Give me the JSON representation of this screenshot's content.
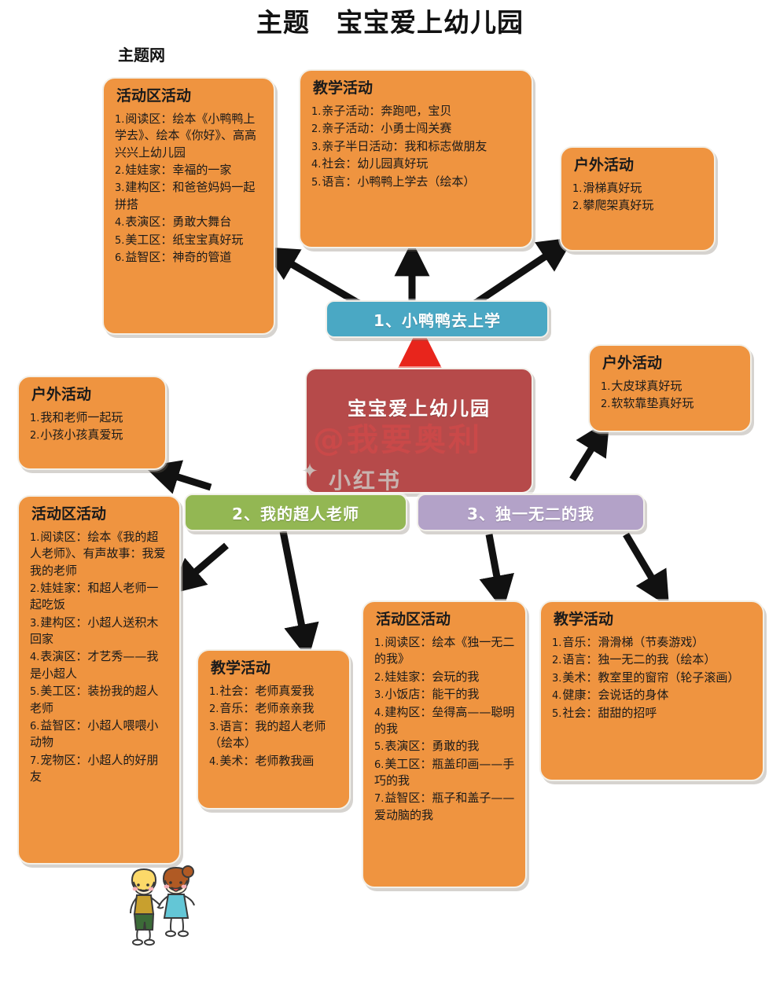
{
  "header": {
    "title": "主题　宝宝爱上幼儿园",
    "subtitle": "主题网"
  },
  "center_node": {
    "label": "宝宝爱上幼儿园",
    "color": "#b64a4a"
  },
  "branch_nodes": [
    {
      "label": "1、小鸭鸭去上学",
      "color": "#4aa8c4"
    },
    {
      "label": "2、我的超人老师",
      "color": "#93b753"
    },
    {
      "label": "3、独一无二的我",
      "color": "#b3a2c8"
    }
  ],
  "cards": {
    "b1_area": {
      "title": "活动区活动",
      "items": [
        "阅读区：绘本《小鸭鸭上学去》、绘本《你好》、高高兴兴上幼儿园",
        "娃娃家：幸福的一家",
        "建构区：和爸爸妈妈一起拼搭",
        "表演区：勇敢大舞台",
        "美工区：纸宝宝真好玩",
        "益智区：神奇的管道"
      ]
    },
    "b1_teaching": {
      "title": "教学活动",
      "items": [
        "亲子活动：奔跑吧，宝贝",
        "亲子活动：小勇士闯关赛",
        "亲子半日活动：我和标志做朋友",
        "社会：幼儿园真好玩",
        "语言：小鸭鸭上学去（绘本）"
      ]
    },
    "b1_outdoor": {
      "title": "户外活动",
      "items": [
        "滑梯真好玩",
        "攀爬架真好玩"
      ]
    },
    "b2_outdoor": {
      "title": "户外活动",
      "items": [
        "我和老师一起玩",
        "小孩小孩真爱玩"
      ]
    },
    "b2_area": {
      "title": "活动区活动",
      "items": [
        "阅读区：绘本《我的超人老师》、有声故事：我爱我的老师",
        "娃娃家：和超人老师一起吃饭",
        "建构区：小超人送积木回家",
        "表演区：才艺秀——我是小超人",
        "美工区：装扮我的超人老师",
        "益智区：小超人喂喂小动物",
        "宠物区：小超人的好朋友"
      ]
    },
    "b2_teaching": {
      "title": "教学活动",
      "items": [
        "社会：老师真爱我",
        "音乐：老师亲亲我",
        "语言：我的超人老师（绘本）",
        "美术：老师教我画"
      ]
    },
    "b3_outdoor": {
      "title": "户外活动",
      "items": [
        "大皮球真好玩",
        "软软靠垫真好玩"
      ]
    },
    "b3_area": {
      "title": "活动区活动",
      "items": [
        "阅读区：绘本《独一无二的我》",
        "娃娃家：会玩的我",
        "小饭店：能干的我",
        "建构区：垒得高——聪明的我",
        "表演区：勇敢的我",
        "美工区：瓶盖印画——手巧的我",
        "益智区：瓶子和盖子——爱动脑的我"
      ]
    },
    "b3_teaching": {
      "title": "教学活动",
      "items": [
        "音乐：滑滑梯（节奏游戏）",
        "语言：独一无二的我（绘本）",
        "美术：教室里的窗帘（轮子滚画）",
        "健康：会说话的身体",
        "社会：甜甜的招呼"
      ]
    }
  },
  "watermark": {
    "handle": "@我要奥利",
    "platform": "小红书"
  },
  "colors": {
    "card": "#ef9440",
    "blue": "#4aa8c4",
    "green": "#93b753",
    "purple": "#b3a2c8",
    "red": "#b64a4a",
    "arrow": "#111111",
    "red_arrow": "#e8251c"
  }
}
